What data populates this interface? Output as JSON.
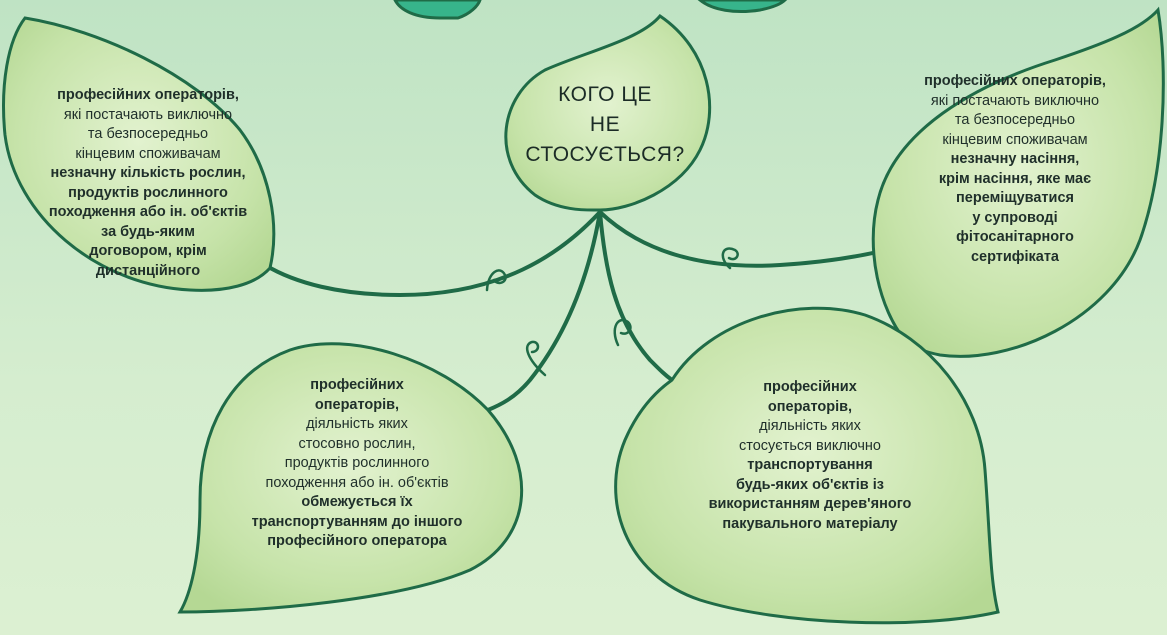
{
  "center": {
    "lines": [
      "КОГО ЦЕ",
      "НЕ",
      "СТОСУЄТЬСЯ?"
    ]
  },
  "leaves": [
    {
      "id": "top-left",
      "lines": [
        {
          "text": "професійних операторів,",
          "bold": true
        },
        {
          "text": "які постачають виключно",
          "bold": false
        },
        {
          "text": "та безпосередньо",
          "bold": false
        },
        {
          "text": "кінцевим споживачам",
          "bold": false
        },
        {
          "text": "незначну кількість рослин,",
          "bold": true
        },
        {
          "text": "продуктів рослинного",
          "bold": true
        },
        {
          "text": "походження або ін. об'єктів",
          "bold": true
        },
        {
          "text": "за будь-яким",
          "bold": true
        },
        {
          "text": "договором, крім",
          "bold": true
        },
        {
          "text": "дистанційного",
          "bold": true
        }
      ]
    },
    {
      "id": "top-right",
      "lines": [
        {
          "text": "професійних операторів,",
          "bold": true
        },
        {
          "text": "які постачають виключно",
          "bold": false
        },
        {
          "text": "та безпосередньо",
          "bold": false
        },
        {
          "text": "кінцевим споживачам",
          "bold": false
        },
        {
          "text": "незначну насіння,",
          "bold": true
        },
        {
          "text": "крім насіння, яке має",
          "bold": true
        },
        {
          "text": "переміщуватися",
          "bold": true
        },
        {
          "text": "у супроводі",
          "bold": true
        },
        {
          "text": "фітосанітарного",
          "bold": true
        },
        {
          "text": "сертифіката",
          "bold": true
        }
      ]
    },
    {
      "id": "bottom-left",
      "lines": [
        {
          "text": "професійних",
          "bold": true
        },
        {
          "text": "операторів,",
          "bold": true
        },
        {
          "text": "діяльність яких",
          "bold": false
        },
        {
          "text": "стосовно рослин,",
          "bold": false
        },
        {
          "text": "продуктів рослинного",
          "bold": false
        },
        {
          "text": "походження або ін. об'єктів",
          "bold": false
        },
        {
          "text": "обмежується їх",
          "bold": true
        },
        {
          "text": "транспортуванням до іншого",
          "bold": true
        },
        {
          "text": "професійного оператора",
          "bold": true
        }
      ]
    },
    {
      "id": "bottom-right",
      "lines": [
        {
          "text": "професійних",
          "bold": true
        },
        {
          "text": "операторів,",
          "bold": true
        },
        {
          "text": "діяльність яких",
          "bold": false
        },
        {
          "text": "стосується виключно",
          "bold": false
        },
        {
          "text": "транспортування",
          "bold": true
        },
        {
          "text": "будь-яких об'єктів із",
          "bold": true
        },
        {
          "text": "використанням дерев'яного",
          "bold": true
        },
        {
          "text": "пакувального матеріалу",
          "bold": true
        }
      ]
    }
  ],
  "colors": {
    "leaf_fill": "#c2e0a3",
    "leaf_light": "#dcefc5",
    "leaf_stroke": "#1f6b47",
    "vine": "#1f6b47",
    "top_leaf": "#35b58b"
  }
}
